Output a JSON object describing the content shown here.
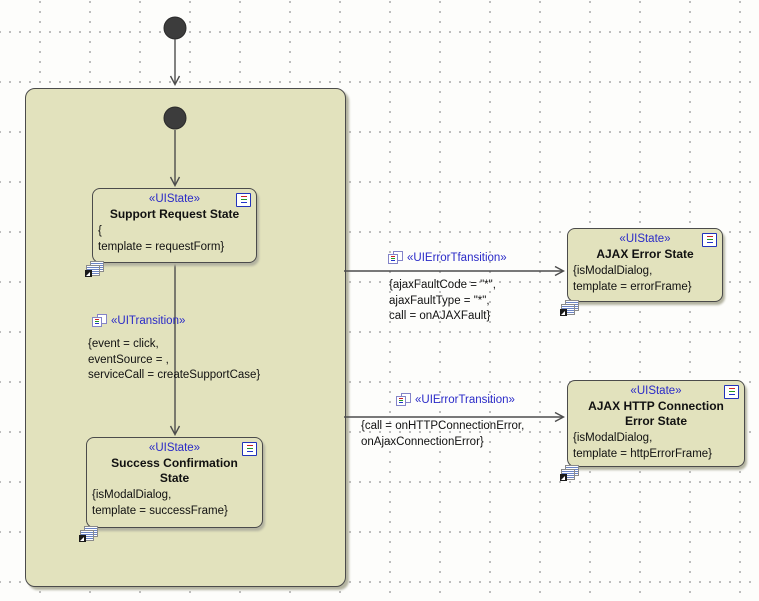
{
  "diagram": {
    "states": {
      "support": {
        "stereotype": "«UIState»",
        "title": "Support Request State",
        "body": [
          "{",
          "template = requestForm}"
        ]
      },
      "success": {
        "stereotype": "«UIState»",
        "title": "Success Confirmation State",
        "body": [
          "{isModalDialog,",
          "template = successFrame}"
        ]
      },
      "ajax_error": {
        "stereotype": "«UIState»",
        "title": "AJAX Error State",
        "body": [
          "{isModalDialog,",
          "template = errorFrame}"
        ]
      },
      "ajax_http_error": {
        "stereotype": "«UIState»",
        "title": "AJAX HTTP Connection Error State",
        "body": [
          "{isModalDialog,",
          "template = httpErrorFrame}"
        ]
      }
    },
    "transitions": {
      "inner": {
        "stereotype": "«UITransition»",
        "attrs": [
          "{event = click,",
          "eventSource = ,",
          "serviceCall = createSupportCase}"
        ]
      },
      "ajax_fault": {
        "stereotype": "«UIErrorTfansition»",
        "attrs": [
          "{ajaxFaultCode = \"*\",",
          "ajaxFaultType = \"*\",",
          "call = onAJAXFault}"
        ]
      },
      "http_conn": {
        "stereotype": "«UIErrorTransition»",
        "attrs": [
          "{call = onHTTPConnectionError,",
          "onAjaxConnectionError}"
        ]
      }
    },
    "icons": {
      "compartment_icon": "compartment-list-icon",
      "diagram_nav_icon": "diagram-shortcut-icon",
      "stereotype_pages_icon": "stereotype-pages-icon",
      "initial_node_icon": "initial-state-dot"
    },
    "colors": {
      "state_fill": "#e2e2bd",
      "stereotype_text": "#2a2ac8",
      "border": "#4b4b4b",
      "initial_node": "#3c3c3c",
      "background": "#fdfdfb"
    }
  }
}
